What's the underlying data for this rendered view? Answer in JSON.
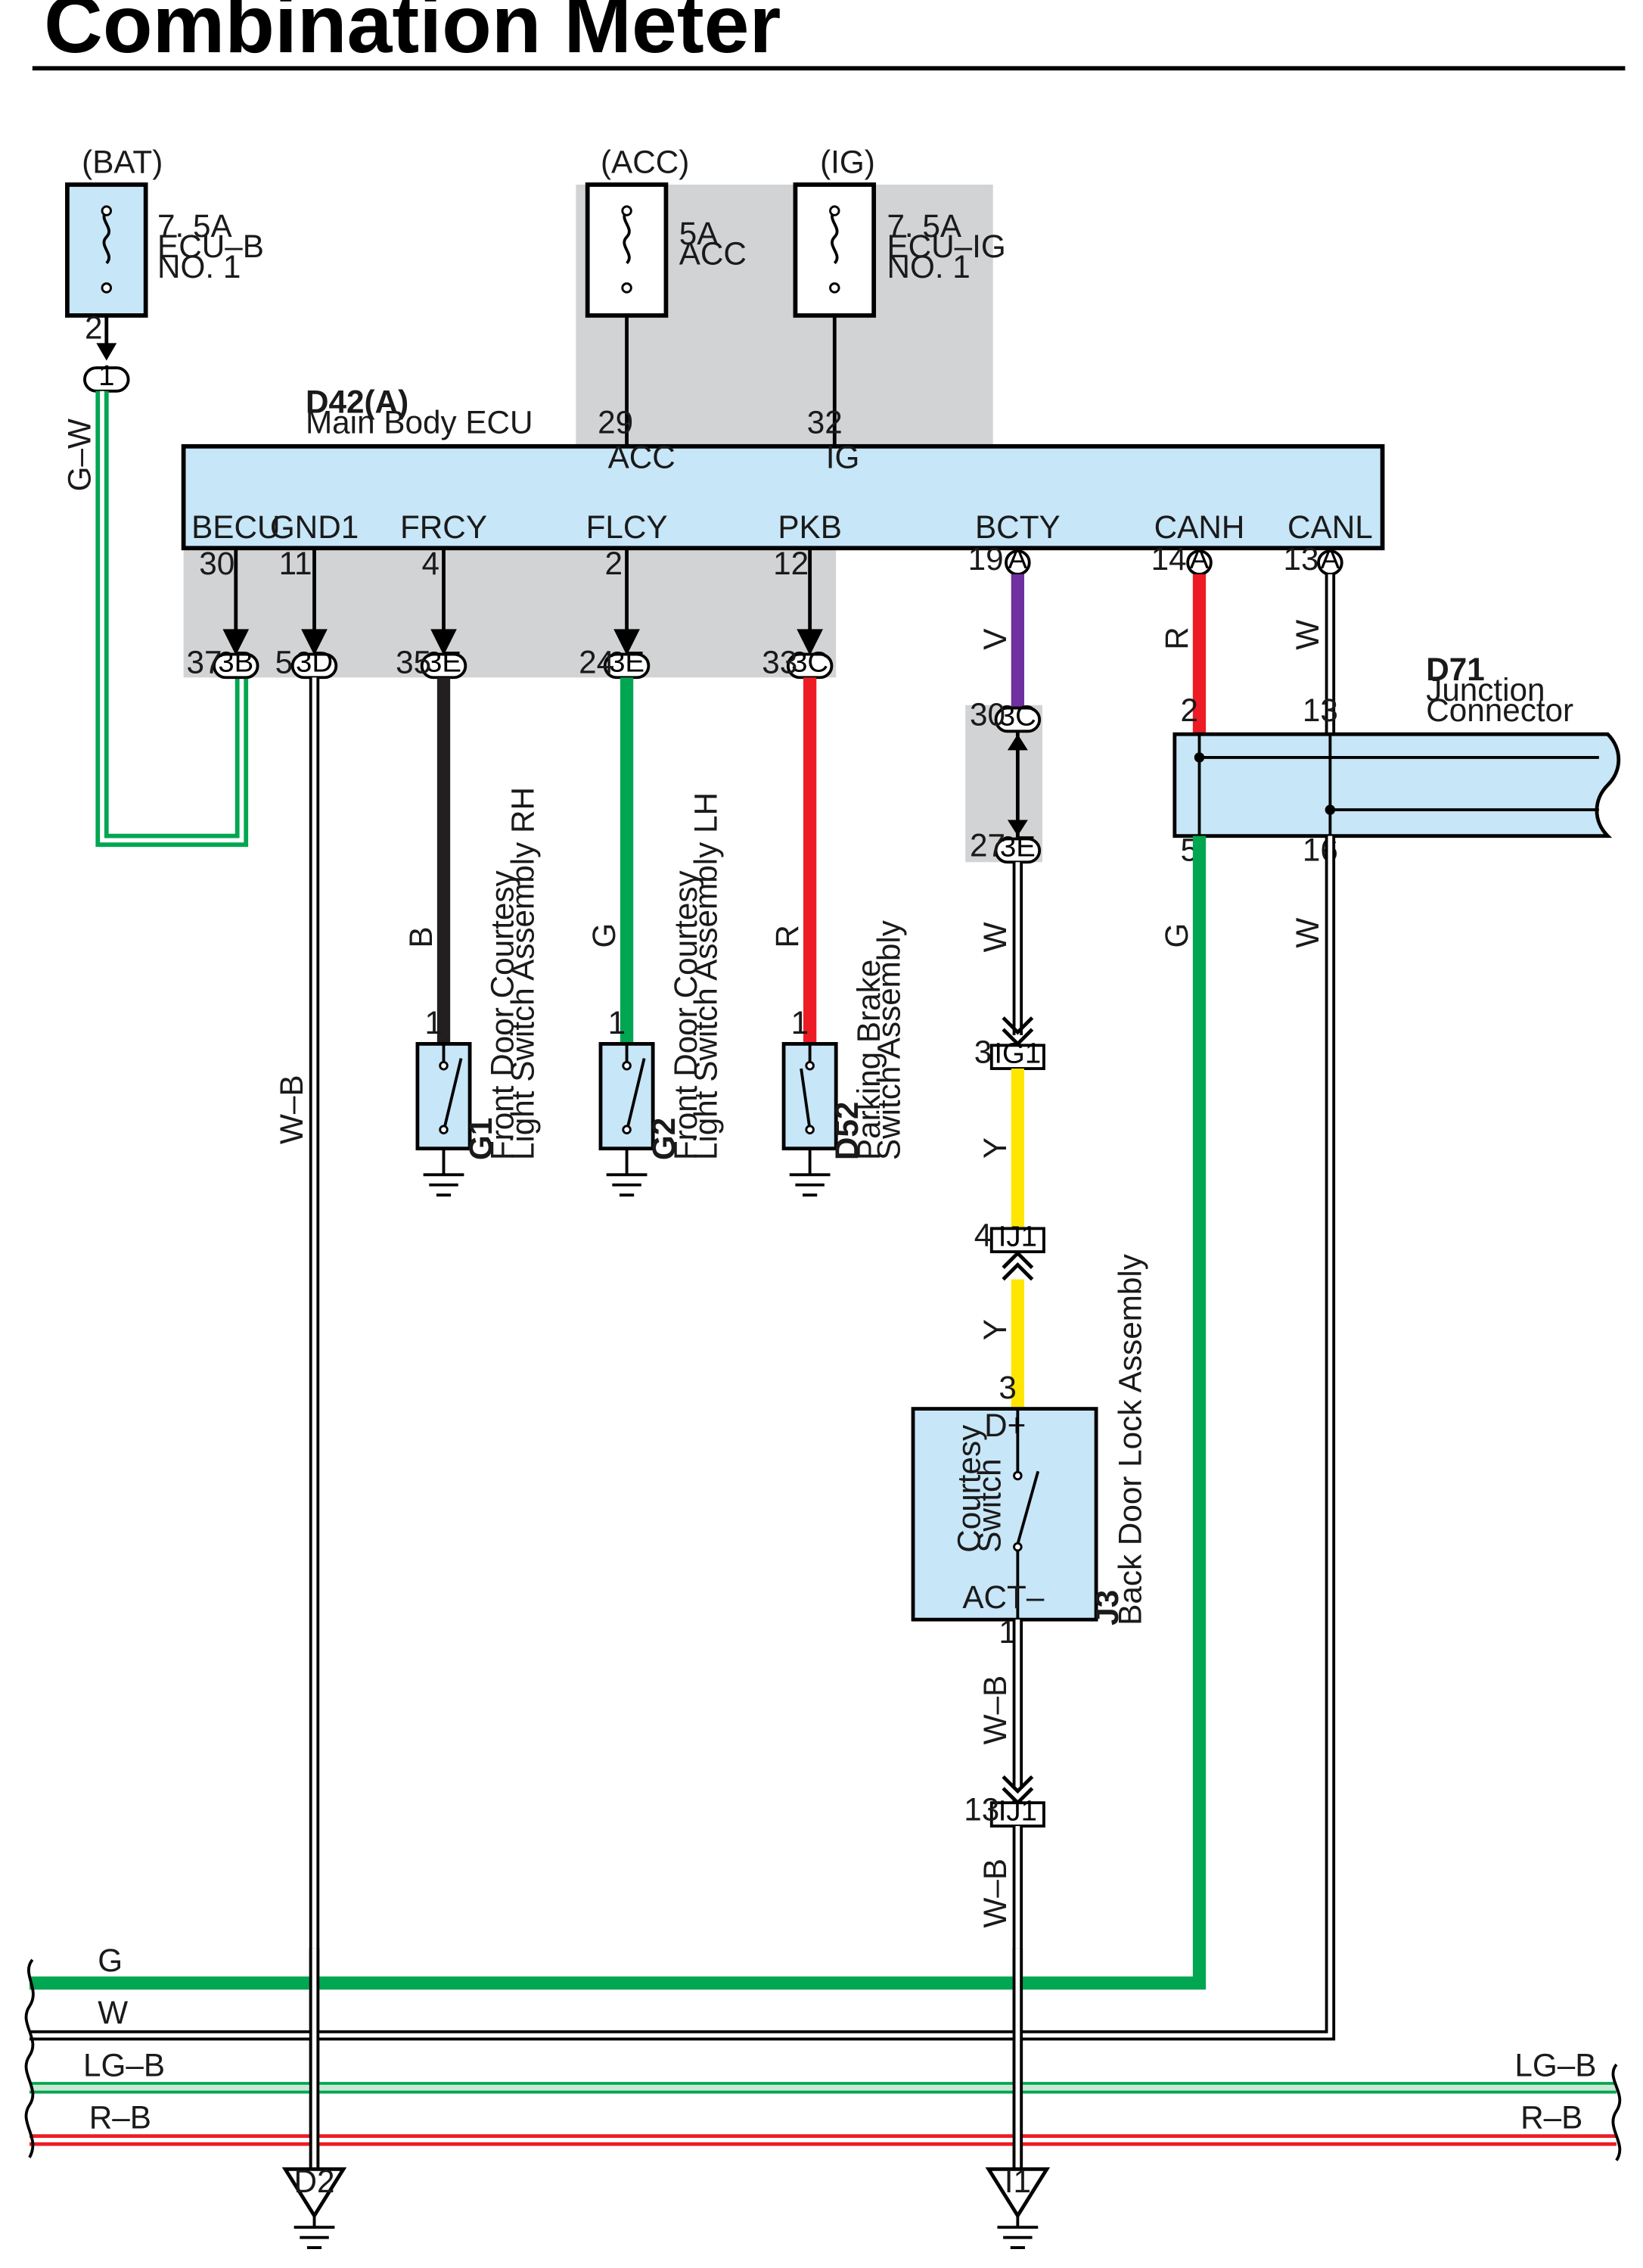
{
  "title": "Combination Meter",
  "fuses": [
    {
      "source": "(BAT)",
      "rating": "7. 5A",
      "name1": "ECU–B",
      "name2": "NO. 1",
      "pin": "2"
    },
    {
      "source": "(ACC)",
      "rating": "5A",
      "name1": "ACC",
      "name2": "",
      "pin": "29"
    },
    {
      "source": "(IG)",
      "rating": "7. 5A",
      "name1": "ECU–IG",
      "name2": "NO. 1",
      "pin": "32"
    }
  ],
  "bat_connector": "1",
  "bat_wire": "G–W",
  "ecu": {
    "code": "D42(A)",
    "name": "Main Body ECU",
    "top_terminals": [
      "ACC",
      "IG"
    ],
    "terminals": [
      {
        "label": "BECU",
        "pin": "30",
        "conn": "3B",
        "conn_pin": "37",
        "wire": ""
      },
      {
        "label": "GND1",
        "pin": "11",
        "conn": "3D",
        "conn_pin": "5",
        "wire": "W–B"
      },
      {
        "label": "FRCY",
        "pin": "4",
        "conn": "3E",
        "conn_pin": "35",
        "wire": "B"
      },
      {
        "label": "FLCY",
        "pin": "2",
        "conn": "3E",
        "conn_pin": "24",
        "wire": "G"
      },
      {
        "label": "PKB",
        "pin": "12",
        "conn": "3C",
        "conn_pin": "33",
        "wire": "R"
      },
      {
        "label": "BCTY",
        "pin": "19",
        "conn": "A",
        "conn_pin": "",
        "wire": "V"
      },
      {
        "label": "CANH",
        "pin": "14",
        "conn": "A",
        "conn_pin": "",
        "wire": "R"
      },
      {
        "label": "CANL",
        "pin": "13",
        "conn": "A",
        "conn_pin": "",
        "wire": "W"
      }
    ]
  },
  "switches": [
    {
      "code": "G1",
      "name1": "Front Door Courtesy",
      "name2": "Light Switch Assembly RH",
      "pin": "1"
    },
    {
      "code": "G2",
      "name1": "Front Door Courtesy",
      "name2": "Light Switch Assembly LH",
      "pin": "1"
    },
    {
      "code": "D52",
      "name1": "Parking Brake",
      "name2": "Switch Assembly",
      "pin": "1"
    }
  ],
  "bcty_path": {
    "conn1": "3C",
    "conn1_pin": "30",
    "conn2": "3E",
    "conn2_pin": "27",
    "wire_w": "W",
    "conn3": "IG1",
    "conn3_pin": "3",
    "wire_y1": "Y",
    "conn4": "IJ1",
    "conn4_pin": "4",
    "wire_y2": "Y",
    "j3_top_pin": "3"
  },
  "junction": {
    "code": "D71",
    "name1": "Junction",
    "name2": "Connector",
    "pins": [
      "2",
      "13",
      "5",
      "16"
    ],
    "wire_g": "G",
    "wire_w": "W"
  },
  "back_door": {
    "code": "J3",
    "name": "Back Door Lock Assembly",
    "switch_name1": "Courtesy",
    "switch_name2": "Switch",
    "dplus": "D+",
    "act": "ACT–",
    "bottom_pin": "1",
    "wire1": "W–B",
    "conn": "IJ1",
    "conn_pin": "13",
    "wire2": "W–B"
  },
  "bus_wires": [
    "G",
    "W",
    "LG–B",
    "R–B"
  ],
  "bus_right_labels": [
    "LG–B",
    "R–B"
  ],
  "grounds": [
    "D2",
    "I1"
  ],
  "colors": {
    "ecu_fill": "#c7e6f7",
    "shade": "#d2d3d5",
    "green": "#00a651",
    "red": "#ed1c24",
    "violet": "#7030a0",
    "yellow": "#ffe600",
    "black": "#231f20"
  }
}
